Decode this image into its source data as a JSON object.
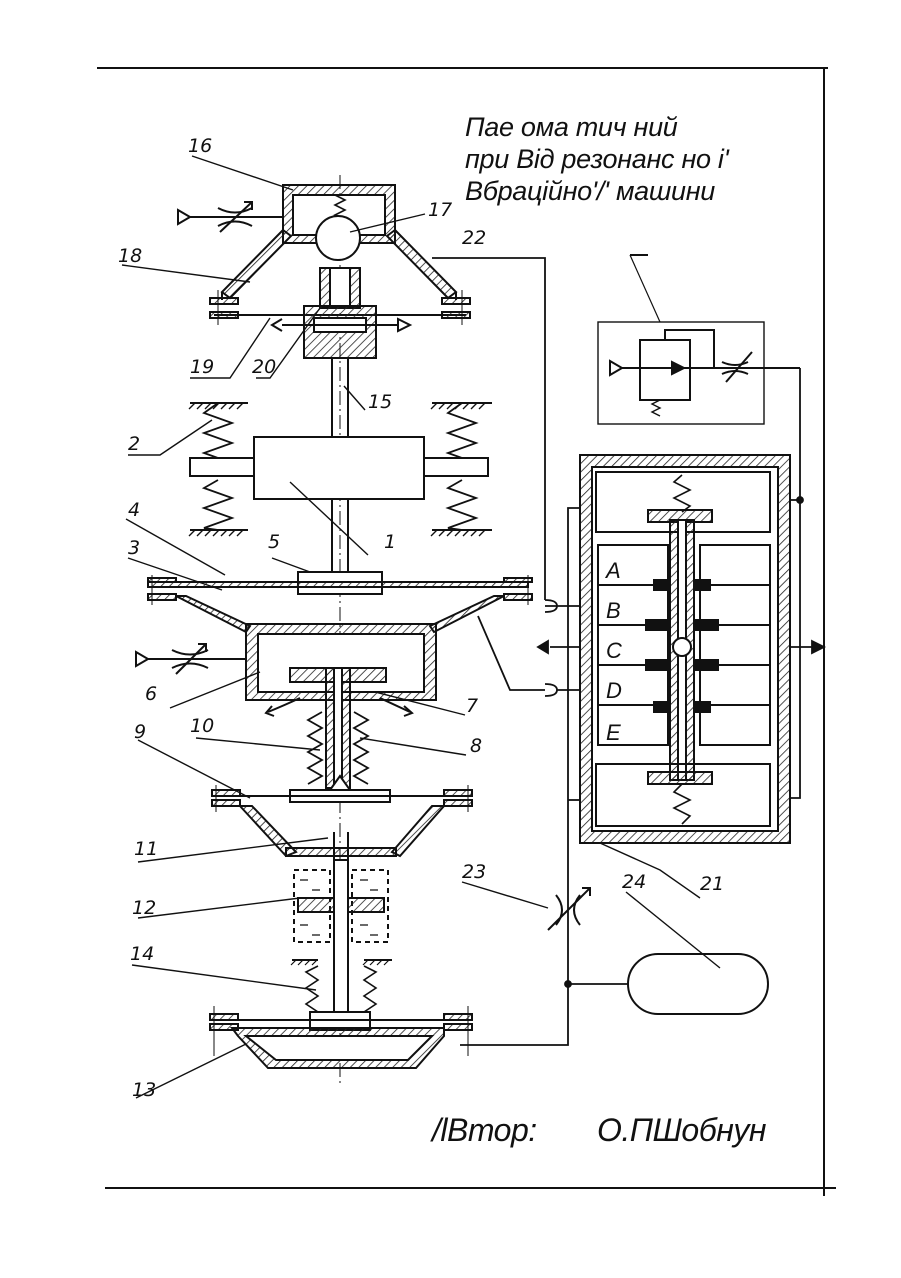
{
  "title_lines": [
    "Пае ома тич ний",
    "при Від резонанс но і'",
    "Вбраційно'/' машини"
  ],
  "author": {
    "label": "/lВтор:",
    "name": "О.ПШобнун"
  },
  "part_numbers": [
    "1",
    "2",
    "3",
    "4",
    "5",
    "6",
    "7",
    "8",
    "9",
    "10",
    "11",
    "12",
    "13",
    "14",
    "15",
    "16",
    "17",
    "18",
    "19",
    "20",
    "21",
    "22",
    "23",
    "24"
  ],
  "valve_sections": [
    "A",
    "B",
    "C",
    "D",
    "E"
  ]
}
